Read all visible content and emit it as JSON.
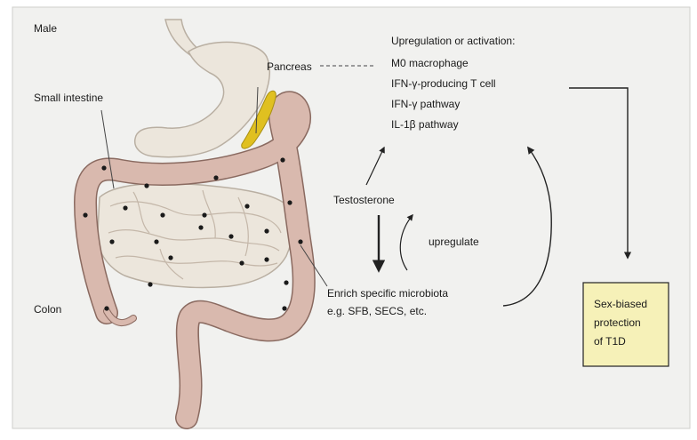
{
  "figure": {
    "sex_label": "Male",
    "organ_labels": {
      "small_intestine": "Small intestine",
      "pancreas": "Pancreas",
      "colon": "Colon"
    },
    "upregulation": {
      "heading": "Upregulation or activation:",
      "items": [
        "M0 macrophage",
        "IFN-γ-producing T cell",
        "IFN-γ pathway",
        "IL-1β pathway"
      ]
    },
    "testosterone": "Testosterone",
    "upregulate": "upregulate",
    "microbiota": {
      "line1": "Enrich specific microbiota",
      "line2": "e.g. SFB, SECS, etc."
    },
    "outcome": {
      "line1": "Sex-biased",
      "line2": "protection",
      "line3": "of T1D"
    },
    "colors": {
      "background": "#f1f1ef",
      "intestine": "#d9b9ae",
      "intestine_stroke": "#8a6a60",
      "stomach": "#ece6dc",
      "pancreas": "#e0c020",
      "dot": "#1a1a1a",
      "outcome_box": "#f6f1b8"
    }
  }
}
